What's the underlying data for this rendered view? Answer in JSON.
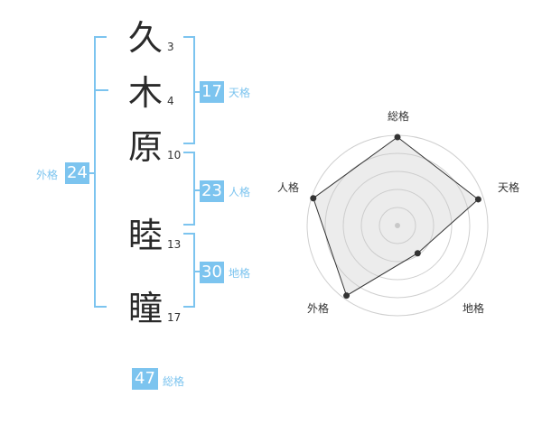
{
  "name_chars": [
    {
      "char": "久",
      "strokes": "3"
    },
    {
      "char": "木",
      "strokes": "4"
    },
    {
      "char": "原",
      "strokes": "10"
    },
    {
      "char": "睦",
      "strokes": "13"
    },
    {
      "char": "瞳",
      "strokes": "17"
    }
  ],
  "fortunes": {
    "tenkaku": {
      "value": "17",
      "label": "天格"
    },
    "jinkaku": {
      "value": "23",
      "label": "人格"
    },
    "chikaku": {
      "value": "30",
      "label": "地格"
    },
    "gaikaku": {
      "value": "24",
      "label": "外格"
    },
    "soukaku": {
      "value": "47",
      "label": "総格"
    }
  },
  "colors": {
    "accent": "#7cc4ef",
    "text": "#2a2a2a",
    "radar_fill": "#eeeeee",
    "radar_line": "#333333"
  },
  "chart_data": {
    "type": "radar",
    "axes": [
      "総格",
      "天格",
      "地格",
      "外格",
      "人格"
    ],
    "max": 5,
    "rings": 5,
    "values": [
      4.9,
      4.7,
      1.9,
      4.8,
      4.9
    ]
  }
}
